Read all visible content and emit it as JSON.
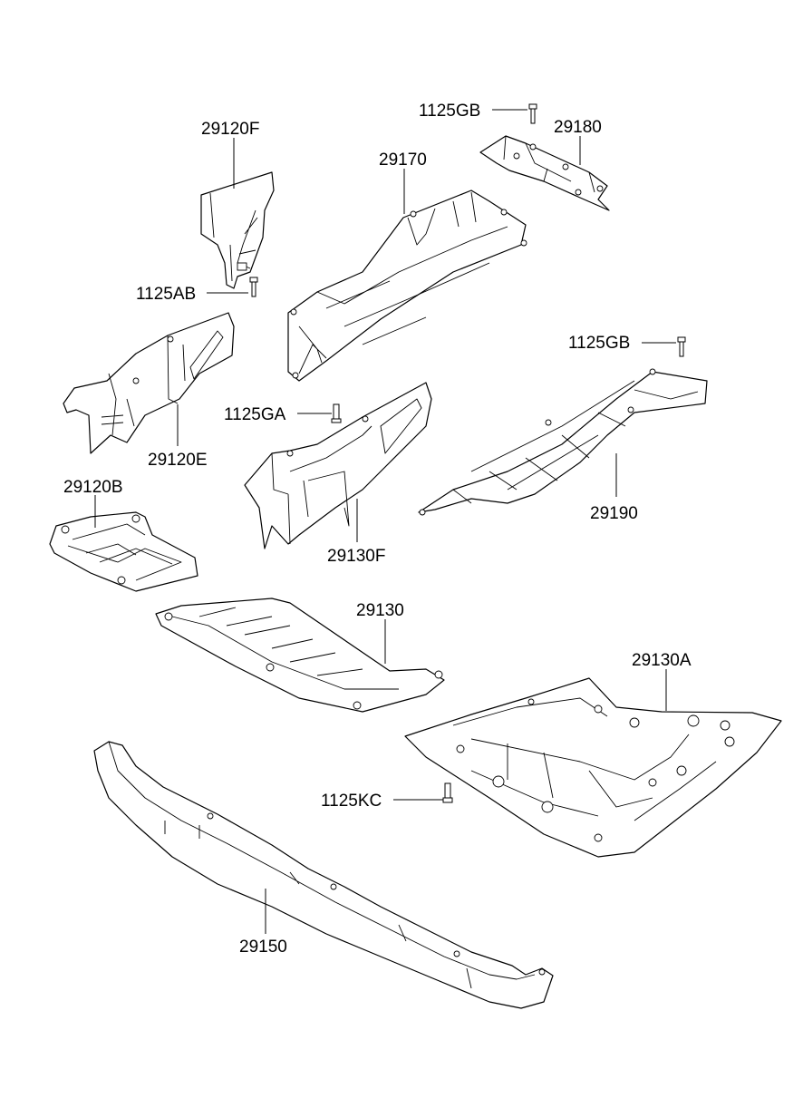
{
  "diagram": {
    "parts": {
      "p29120F": "29120F",
      "p1125AB": "1125AB",
      "p29120E": "29120E",
      "p29120B": "29120B",
      "p29170": "29170",
      "p1125GB_top": "1125GB",
      "p29180": "29180",
      "p1125GA": "1125GA",
      "p29130F": "29130F",
      "p1125GB_right": "1125GB",
      "p29190": "29190",
      "p29130": "29130",
      "p29130A": "29130A",
      "p1125KC": "1125KC",
      "p29150": "29150"
    }
  }
}
